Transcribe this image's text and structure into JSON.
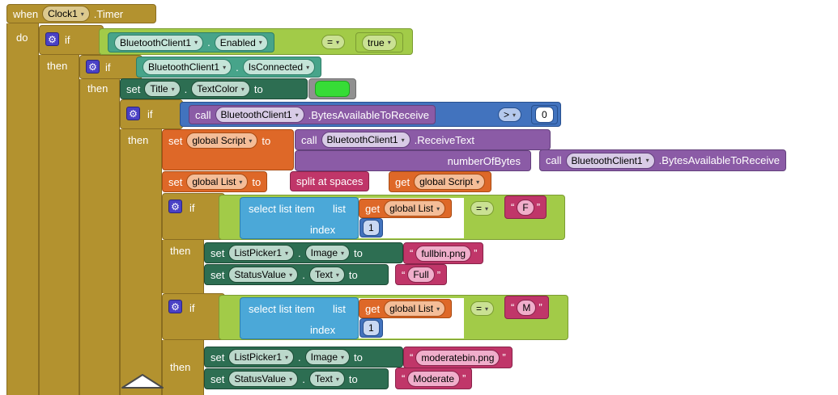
{
  "palette": {
    "control_gold": "#B3922F",
    "logic_green": "#A2CB48",
    "component_getter_teal": "#47A48A",
    "component_setter_green": "#2D6E52",
    "math_blue": "#4273BE",
    "method_purple": "#8B5BA6",
    "variable_orange": "#DE6828",
    "text_magenta": "#C03669",
    "list_blue": "#4BA8D8",
    "color_swatch_green": "#36DC36",
    "color_block_gray": "#909090",
    "gear_indigo": "#4A41C5"
  },
  "blocks": {
    "when": {
      "kw": "when",
      "component": "Clock1",
      "event": ".Timer",
      "do": "do"
    },
    "if1": {
      "kw": "if",
      "then": "then",
      "cond": {
        "component": "BluetoothClient1",
        "dot": ".",
        "prop": "Enabled",
        "op": "=",
        "value": "true"
      }
    },
    "if2": {
      "kw": "if",
      "then": "then",
      "cond": {
        "component": "BluetoothClient1",
        "dot": ".",
        "prop": "IsConnected"
      }
    },
    "set_title_textcolor": {
      "set": "set",
      "component": "Title",
      "dot": ".",
      "prop": "TextColor",
      "to": "to"
    },
    "if3": {
      "kw": "if",
      "then": "then",
      "cond": {
        "call": "call",
        "component": "BluetoothClient1",
        "method": ".BytesAvailableToReceive",
        "op": ">",
        "value": "0"
      }
    },
    "set_global_script": {
      "set": "set",
      "var": "global Script",
      "to": "to",
      "value": {
        "call": "call",
        "component": "BluetoothClient1",
        "method": ".ReceiveText",
        "arg": "numberOfBytes",
        "arg_value": {
          "call": "call",
          "component": "BluetoothClient1",
          "method": ".BytesAvailableToReceive"
        }
      }
    },
    "set_global_list": {
      "set": "set",
      "var": "global List",
      "to": "to",
      "value": {
        "split": "split at spaces",
        "get": "get",
        "var": "global Script"
      }
    },
    "if4": {
      "kw": "if",
      "then": "then",
      "cond": {
        "select": "select list item",
        "list": "list",
        "get": "get",
        "var": "global List",
        "index": "index",
        "index_value": "1",
        "op": "=",
        "lq": "“",
        "value": "F",
        "rq": "”"
      },
      "set_image": {
        "set": "set",
        "component": "ListPicker1",
        "dot": ".",
        "prop": "Image",
        "to": "to",
        "lq": "“",
        "value": "fullbin.png",
        "rq": "”"
      },
      "set_status": {
        "set": "set",
        "component": "StatusValue",
        "dot": ".",
        "prop": "Text",
        "to": "to",
        "lq": "“",
        "value": "Full",
        "rq": "”"
      }
    },
    "if5": {
      "kw": "if",
      "then": "then",
      "cond": {
        "select": "select list item",
        "list": "list",
        "get": "get",
        "var": "global List",
        "index": "index",
        "index_value": "1",
        "op": "=",
        "lq": "“",
        "value": "M",
        "rq": "”"
      },
      "set_image": {
        "set": "set",
        "component": "ListPicker1",
        "dot": ".",
        "prop": "Image",
        "to": "to",
        "lq": "“",
        "value": "moderatebin.png",
        "rq": "”"
      },
      "set_status": {
        "set": "set",
        "component": "StatusValue",
        "dot": ".",
        "prop": "Text",
        "to": "to",
        "lq": "“",
        "value": "Moderate",
        "rq": "”"
      }
    }
  }
}
